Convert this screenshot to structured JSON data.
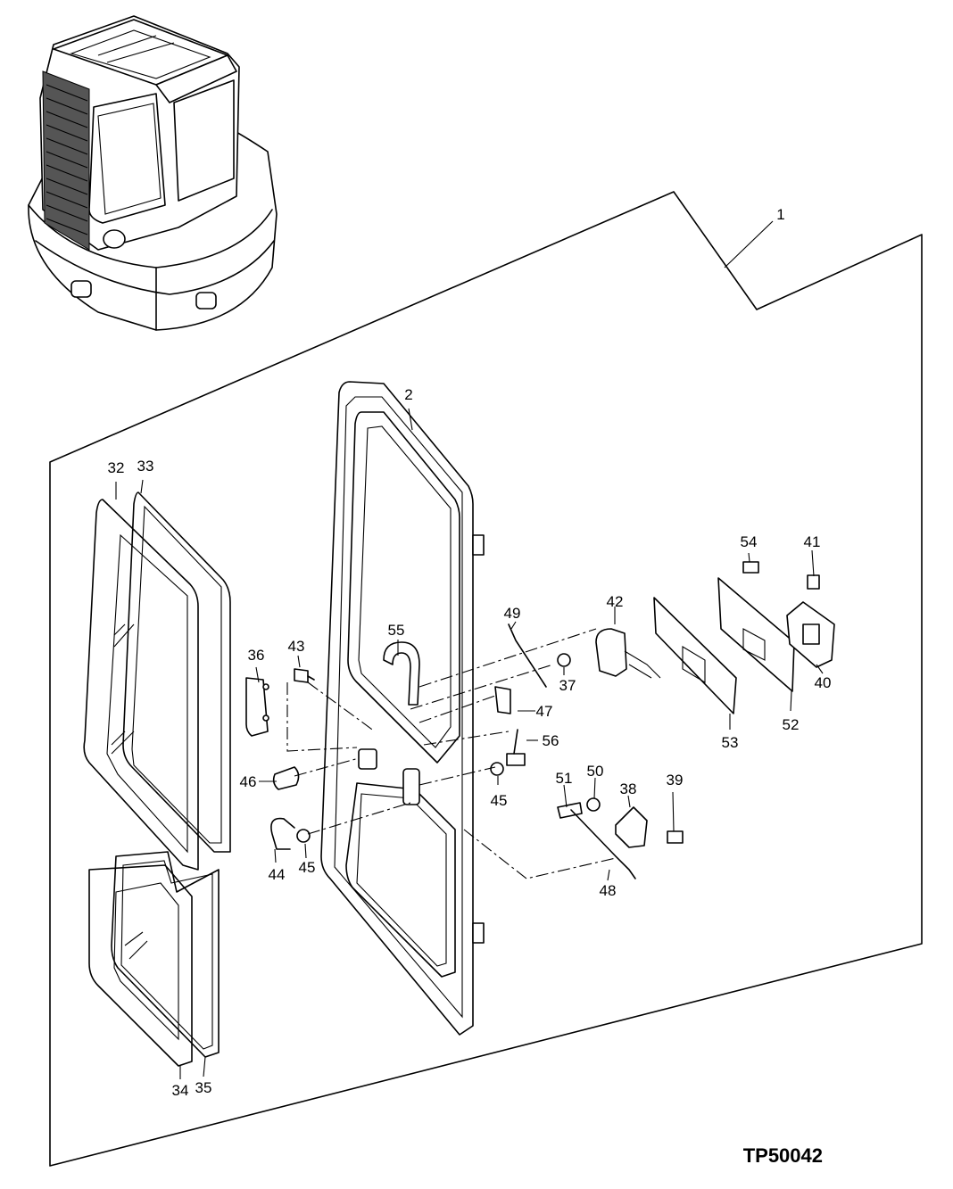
{
  "figure_id": "TP50042",
  "callouts": [
    "1",
    "2",
    "32",
    "33",
    "34",
    "35",
    "36",
    "37",
    "38",
    "39",
    "40",
    "41",
    "42",
    "43",
    "44",
    "45",
    "45",
    "46",
    "47",
    "48",
    "49",
    "50",
    "51",
    "52",
    "53",
    "54",
    "55",
    "56"
  ],
  "icons": {
    "cab": "excavator-cab-overview-icon",
    "door": "cab-door-frame-icon"
  },
  "colors": {
    "line": "#000000",
    "background": "#ffffff"
  }
}
